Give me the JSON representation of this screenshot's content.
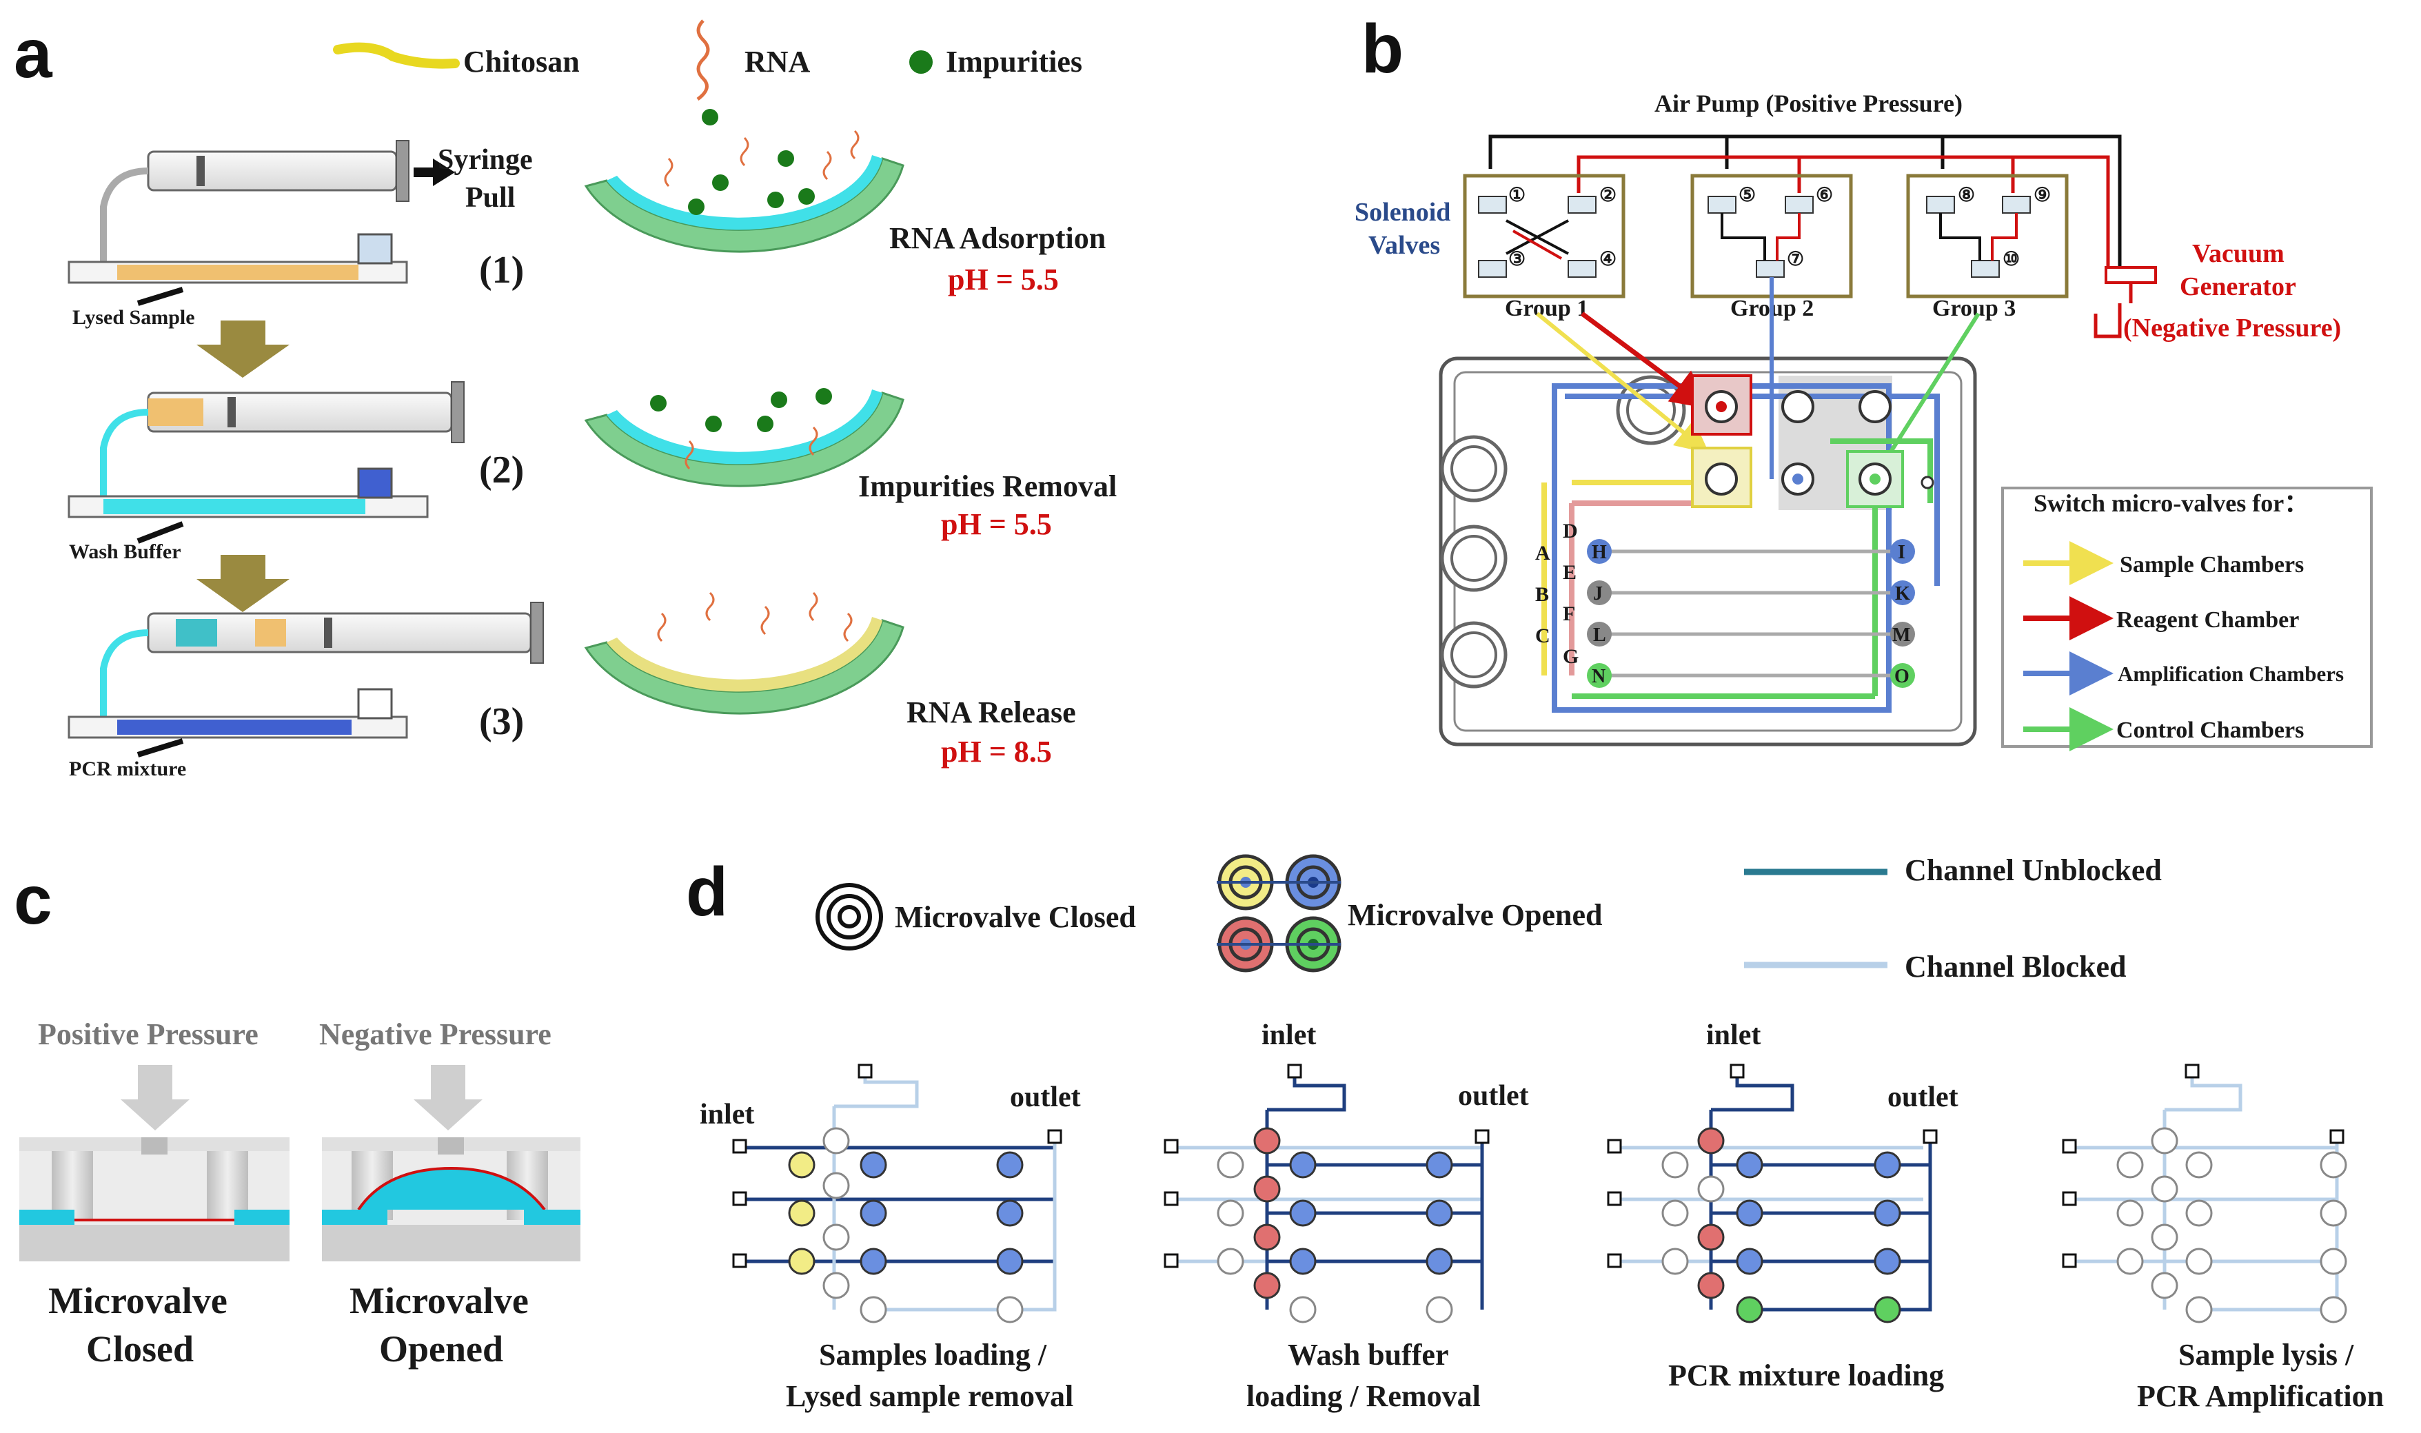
{
  "panels": {
    "a": {
      "letter": "a",
      "legend": {
        "chitosan": "Chitosan",
        "rna": "RNA",
        "impurities": "Impurities"
      },
      "syringe_pull_1": "Syringe",
      "syringe_pull_2": "Pull",
      "steps": [
        {
          "num": "(1)",
          "chip_label": "Lysed Sample",
          "title": "RNA Adsorption",
          "ph": "pH = 5.5"
        },
        {
          "num": "(2)",
          "chip_label": "Wash Buffer",
          "title": "Impurities Removal",
          "ph": "pH = 5.5"
        },
        {
          "num": "(3)",
          "chip_label": "PCR mixture",
          "title": "RNA Release",
          "ph": "pH = 8.5"
        }
      ]
    },
    "b": {
      "letter": "b",
      "air_pump": "Air Pump  (Positive Pressure)",
      "solenoid_1": "Solenoid",
      "solenoid_2": "Valves",
      "groups": [
        "Group  1",
        "Group  2",
        "Group  3"
      ],
      "valve_nums": [
        "①",
        "②",
        "③",
        "④",
        "⑤",
        "⑥",
        "⑦",
        "⑧",
        "⑨",
        "⑩"
      ],
      "vacuum_1": "Vacuum",
      "vacuum_2": "Generator",
      "vacuum_3": "(Negative Pressure)",
      "chamber_letters_left": [
        "A",
        "B",
        "C"
      ],
      "chamber_letters_mid": [
        "D",
        "E",
        "F",
        "G"
      ],
      "chamber_letters_row": [
        "H",
        "J",
        "L",
        "N"
      ],
      "chamber_letters_right": [
        "I",
        "K",
        "M",
        "O"
      ],
      "legend_title": "Switch micro-valves for：",
      "legend_items": [
        {
          "label": "Sample Chambers",
          "color": "#f0e050"
        },
        {
          "label": "Reagent Chamber",
          "color": "#d01010"
        },
        {
          "label": "Amplification Chambers",
          "color": "#5a7fd0"
        },
        {
          "label": "Control Chambers",
          "color": "#5fd060"
        }
      ]
    },
    "c": {
      "letter": "c",
      "positive": "Positive Pressure",
      "negative": "Negative Pressure",
      "closed_1": "Microvalve",
      "closed_2": "Closed",
      "opened_1": "Microvalve",
      "opened_2": "Opened"
    },
    "d": {
      "letter": "d",
      "legend_closed": "Microvalve Closed",
      "legend_opened": "Microvalve Opened",
      "legend_unblocked": "Channel Unblocked",
      "legend_blocked": "Channel Blocked",
      "inlet": "inlet",
      "outlet": "outlet",
      "captions": [
        [
          "Samples loading /",
          "Lysed sample removal"
        ],
        [
          "Wash buffer",
          "loading / Removal"
        ],
        [
          "PCR mixture loading",
          ""
        ],
        [
          "Sample lysis /",
          "PCR Amplification"
        ]
      ]
    }
  }
}
